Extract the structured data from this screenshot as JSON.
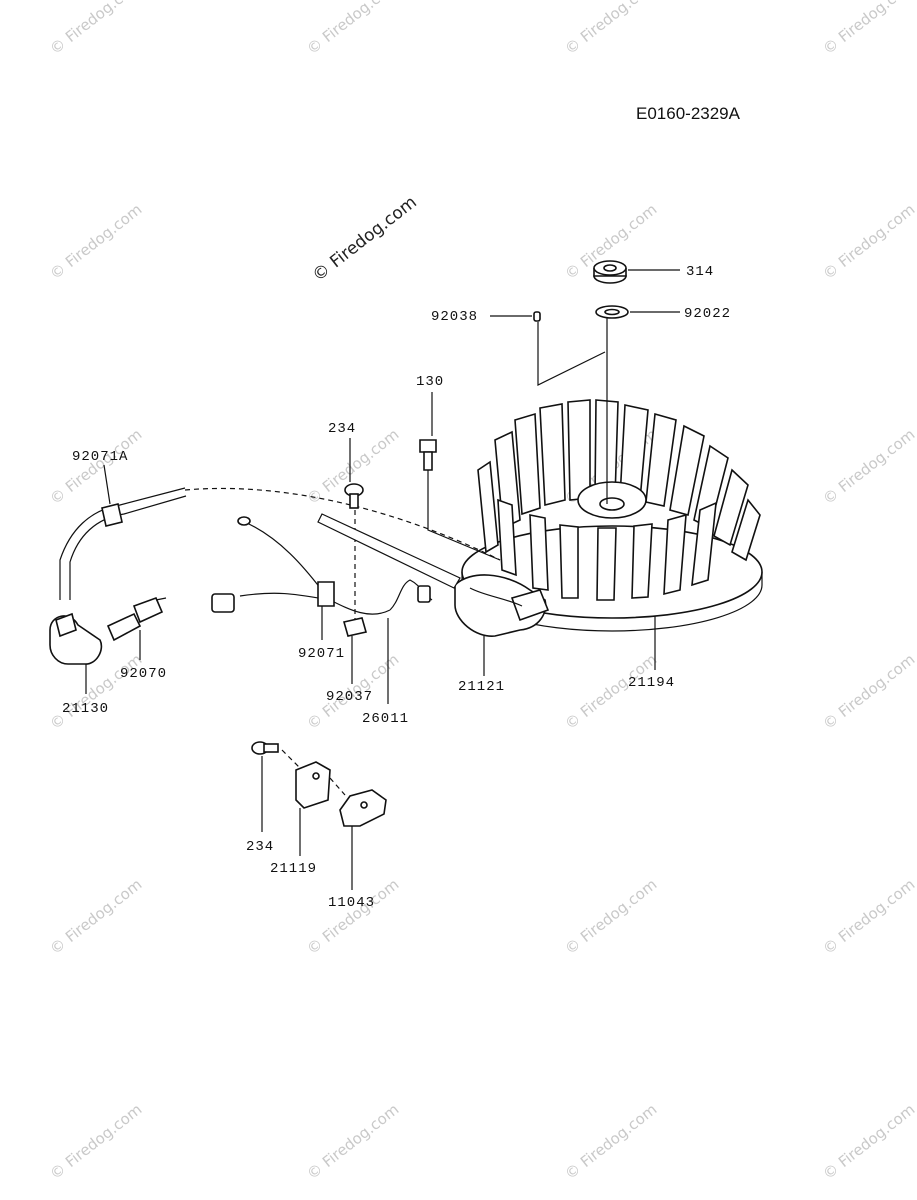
{
  "diagram_code": "E0160-2329A",
  "watermark_text": "© Firedog.com",
  "part_labels": {
    "p314": "314",
    "p92038": "92038",
    "p92022": "92022",
    "p130": "130",
    "p234_top": "234",
    "p92071A": "92071A",
    "p92071": "92071",
    "p92070": "92070",
    "p21130": "21130",
    "p92037": "92037",
    "p26011": "26011",
    "p21121": "21121",
    "p21194": "21194",
    "p234_bottom": "234",
    "p21119": "21119",
    "p11043": "11043"
  }
}
